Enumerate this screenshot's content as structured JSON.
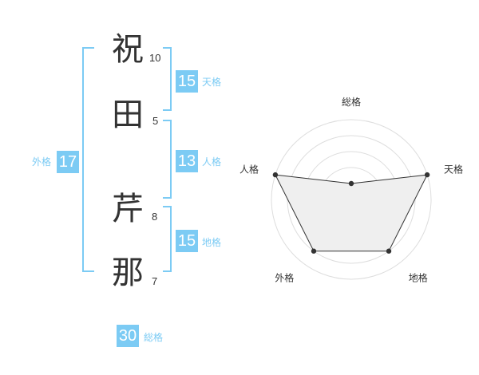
{
  "name": {
    "chars": [
      {
        "char": "祝",
        "strokes": "10"
      },
      {
        "char": "田",
        "strokes": "5"
      },
      {
        "char": "芹",
        "strokes": "8"
      },
      {
        "char": "那",
        "strokes": "7"
      }
    ]
  },
  "kakusu": {
    "gaikaku": {
      "value": "17",
      "label": "外格"
    },
    "tenkaku": {
      "value": "15",
      "label": "天格"
    },
    "jinkaku": {
      "value": "13",
      "label": "人格"
    },
    "chikaku": {
      "value": "15",
      "label": "地格"
    },
    "soukaku": {
      "value": "30",
      "label": "総格"
    }
  },
  "colors": {
    "accent": "#7ccbf4",
    "text": "#333333",
    "grid": "#dddddd",
    "fill": "#efefef"
  },
  "chart_data": {
    "type": "radar",
    "categories": [
      "総格",
      "天格",
      "地格",
      "外格",
      "人格"
    ],
    "values": [
      1,
      5,
      4,
      4,
      5
    ],
    "max": 5,
    "rings": 5
  }
}
